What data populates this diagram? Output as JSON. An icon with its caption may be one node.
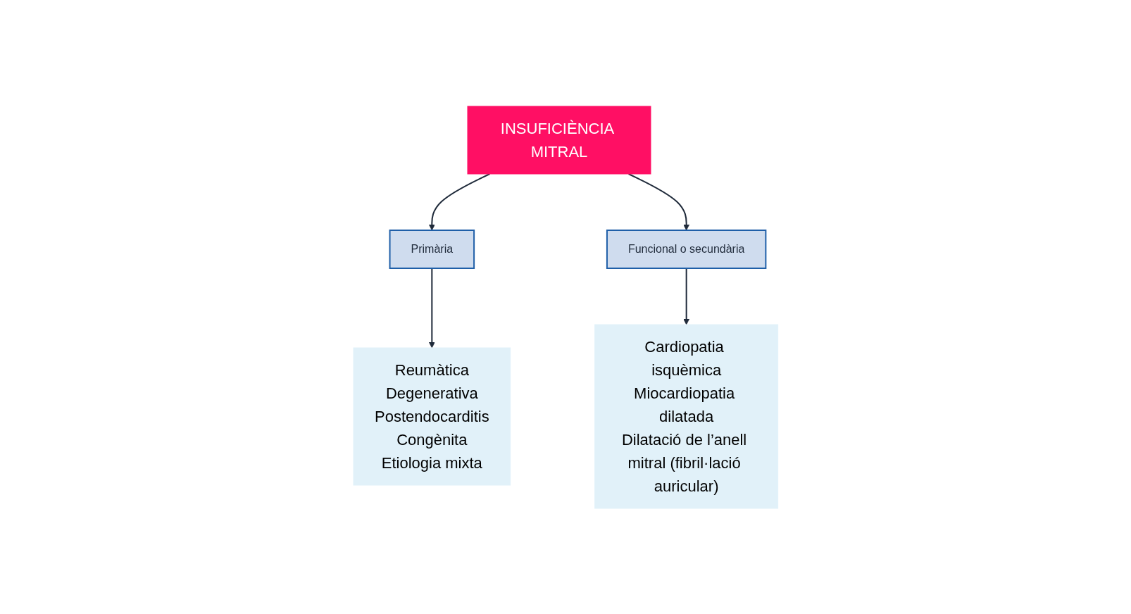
{
  "diagram": {
    "nodes": [
      {
        "text": [
          "INSUFICIÈNCIA MITRAL"
        ]
      },
      {
        "text": [
          "Primària"
        ]
      },
      {
        "text": [
          "Funcional o secundària"
        ]
      },
      {
        "text": [
          "Reumàtica",
          "Degenerativa",
          "Postendocarditis",
          "Congènita",
          "Etiologia mixta"
        ]
      },
      {
        "text": [
          "Cardiopatia isquèmica",
          "Miocardiopatia dilatada",
          "Dilatació de l’anell mitral (fibril·lació auricular)"
        ]
      }
    ],
    "edges": [
      {
        "from": 0,
        "to": 1,
        "arrow": "to"
      },
      {
        "from": 0,
        "to": 2,
        "arrow": "to"
      },
      {
        "from": 1,
        "to": 3,
        "arrow": "to"
      },
      {
        "from": 2,
        "to": 4,
        "arrow": "to"
      }
    ]
  }
}
